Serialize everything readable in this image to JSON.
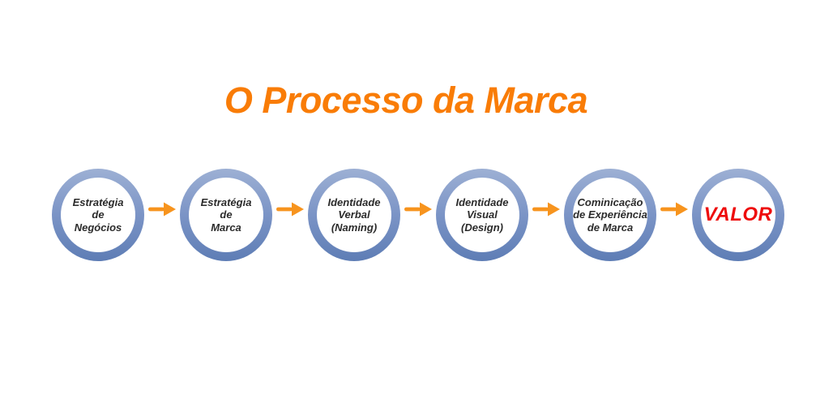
{
  "title": "O Processo da Marca",
  "colors": {
    "title_orange": "#F97C06",
    "arrow_orange": "#F7941E",
    "ring_gradient_top": "#9DB0D4",
    "ring_gradient_bottom": "#5E7DB5",
    "step_text": "#2B2B2B",
    "value_red": "#EE0B0B",
    "background": "#FFFFFF"
  },
  "steps": [
    {
      "label": "Estratégia\nde\nNegócios"
    },
    {
      "label": "Estratégia\nde\nMarca"
    },
    {
      "label": "Identidade\nVerbal\n(Naming)"
    },
    {
      "label": "Identidade\nVisual\n(Design)"
    },
    {
      "label": "Cominicação\nde Experiência\nde Marca"
    },
    {
      "label": "VALOR"
    }
  ],
  "arrow_icon": "right-arrow-icon",
  "arrow_count": 5
}
